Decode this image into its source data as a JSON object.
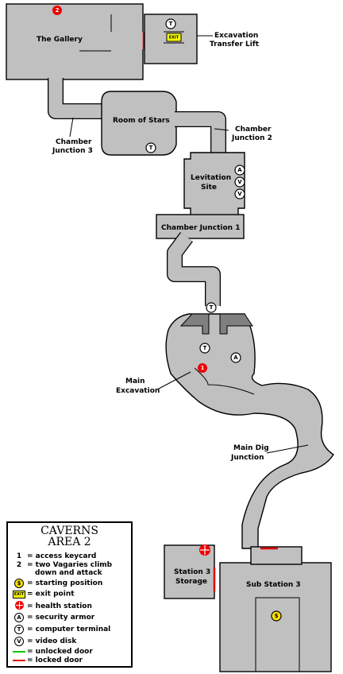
{
  "labels": {
    "the_gallery": "The Gallery",
    "excavation_transfer_lift": [
      "Excavation",
      "Transfer Lift"
    ],
    "room_of_stars": "Room of Stars",
    "chamber_junction_3": [
      "Chamber",
      "Junction 3"
    ],
    "chamber_junction_2": [
      "Chamber",
      "Junction 2"
    ],
    "levitation_site": [
      "Levitation",
      "Site"
    ],
    "chamber_junction_1": "Chamber Junction 1",
    "main_excavation": [
      "Main",
      "Excavation"
    ],
    "main_dig_junction": [
      "Main Dig",
      "Junction"
    ],
    "station_3_storage": [
      "Station 3",
      "Storage"
    ],
    "sub_station_3": "Sub Station 3"
  },
  "markers": {
    "keycard_1": "1",
    "vagaries_2": "2",
    "terminal": "T",
    "armor": "A",
    "video_disk": "V",
    "exit": "EXIT"
  },
  "legend": {
    "title_line1": "CAVERNS",
    "title_line2": "AREA 2",
    "items": [
      {
        "sym": "1",
        "text": "= access keycard"
      },
      {
        "sym": "2",
        "text": "= two Vagaries climb"
      },
      {
        "sym": "",
        "text": "down and attack"
      },
      {
        "sym": "start",
        "text": "= starting position"
      },
      {
        "sym": "exit",
        "text": "= exit point"
      },
      {
        "sym": "health",
        "text": "= health station"
      },
      {
        "sym": "A",
        "text": "= security armor"
      },
      {
        "sym": "T",
        "text": "= computer terminal"
      },
      {
        "sym": "V",
        "text": "= video disk"
      },
      {
        "sym": "unlocked",
        "text": "= unlocked door"
      },
      {
        "sym": "locked",
        "text": "= locked door"
      }
    ]
  },
  "colors": {
    "floor": "#c0c0c0",
    "locked_door": "#e00000",
    "unlocked_door": "#00cc00",
    "exit_fill": "#ffff00",
    "health": "#ee0000"
  }
}
